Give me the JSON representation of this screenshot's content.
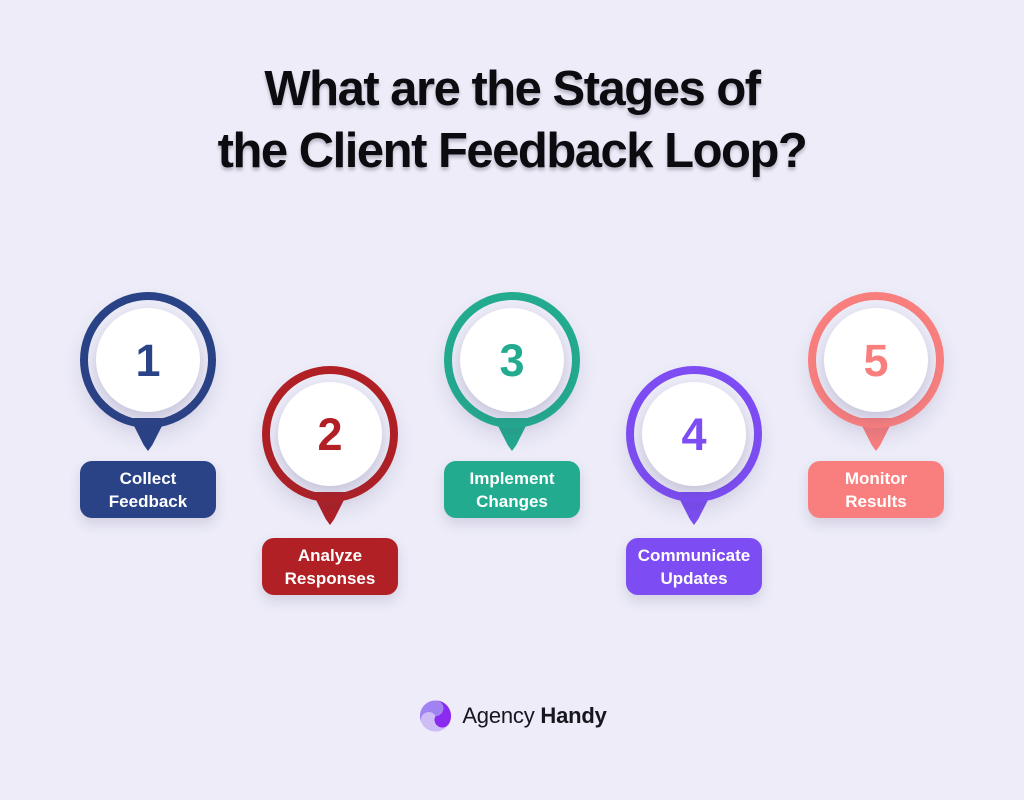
{
  "page": {
    "background": "#EDECF8"
  },
  "title": {
    "line1": "What are the Stages of",
    "line2": "the Client Feedback Loop?"
  },
  "stages": [
    {
      "number": "1",
      "label_line1": "Collect",
      "label_line2": "Feedback",
      "color": "#2A4386"
    },
    {
      "number": "2",
      "label_line1": "Analyze",
      "label_line2": "Responses",
      "color": "#B02025"
    },
    {
      "number": "3",
      "label_line1": "Implement",
      "label_line2": "Changes",
      "color": "#23AB8F"
    },
    {
      "number": "4",
      "label_line1": "Communicate",
      "label_line2": "Updates",
      "color": "#7D4DF3"
    },
    {
      "number": "5",
      "label_line1": "Monitor",
      "label_line2": "Results",
      "color": "#F97F7E"
    }
  ],
  "footer": {
    "brand_regular": "Agency",
    "brand_bold": "Handy",
    "logo_colors": {
      "vivid": "#8B2BF0",
      "medium": "#A182F2",
      "light": "#CDBCF6"
    }
  }
}
